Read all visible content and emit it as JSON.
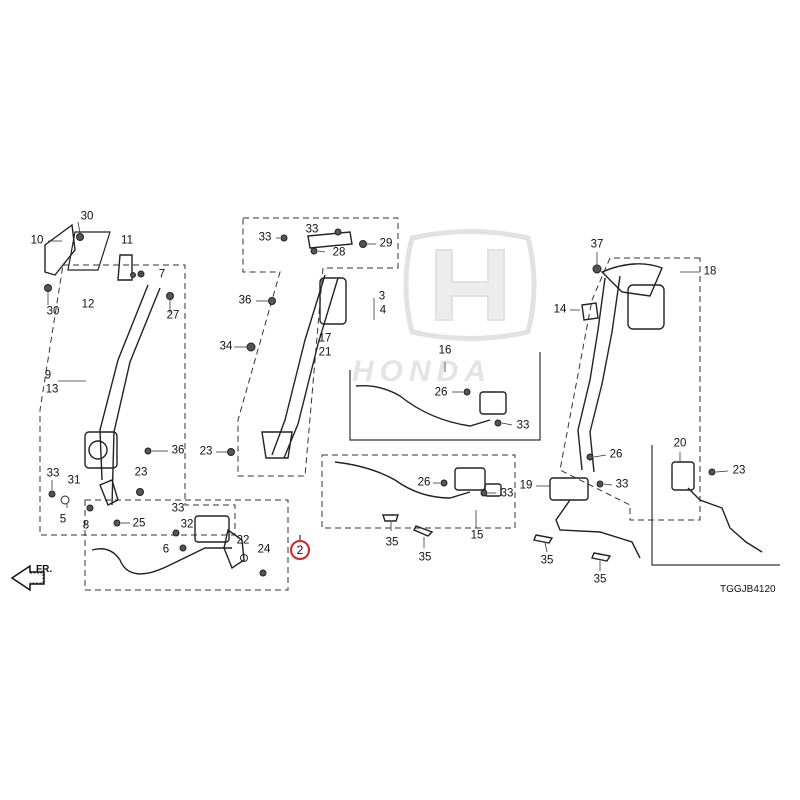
{
  "watermark": {
    "brand": "HONDA"
  },
  "direction": {
    "label": "FR."
  },
  "diagram_code": "TGGJB4120",
  "highlight_color": "#e02020",
  "callouts": [
    {
      "id": "c30a",
      "text": "30"
    },
    {
      "id": "c10",
      "text": "10"
    },
    {
      "id": "c11",
      "text": "11"
    },
    {
      "id": "c7",
      "text": "7"
    },
    {
      "id": "c12",
      "text": "12"
    },
    {
      "id": "c30b",
      "text": "30"
    },
    {
      "id": "c27",
      "text": "27"
    },
    {
      "id": "c9",
      "text": "9"
    },
    {
      "id": "c13",
      "text": "13"
    },
    {
      "id": "c36a",
      "text": "36"
    },
    {
      "id": "c33a",
      "text": "33"
    },
    {
      "id": "c23a",
      "text": "23"
    },
    {
      "id": "c31",
      "text": "31"
    },
    {
      "id": "c5",
      "text": "5"
    },
    {
      "id": "c8",
      "text": "8"
    },
    {
      "id": "c25",
      "text": "25"
    },
    {
      "id": "c33b",
      "text": "33"
    },
    {
      "id": "c32",
      "text": "32"
    },
    {
      "id": "c6",
      "text": "6"
    },
    {
      "id": "c22",
      "text": "22"
    },
    {
      "id": "c24",
      "text": "24"
    },
    {
      "id": "c33c",
      "text": "33"
    },
    {
      "id": "c33d",
      "text": "33"
    },
    {
      "id": "c28",
      "text": "28"
    },
    {
      "id": "c29",
      "text": "29"
    },
    {
      "id": "c36b",
      "text": "36"
    },
    {
      "id": "c3",
      "text": "3"
    },
    {
      "id": "c4",
      "text": "4"
    },
    {
      "id": "c34",
      "text": "34"
    },
    {
      "id": "c17",
      "text": "17"
    },
    {
      "id": "c21",
      "text": "21"
    },
    {
      "id": "c23b",
      "text": "23"
    },
    {
      "id": "c16",
      "text": "16"
    },
    {
      "id": "c26a",
      "text": "26"
    },
    {
      "id": "c33e",
      "text": "33"
    },
    {
      "id": "c26b",
      "text": "26"
    },
    {
      "id": "c33f",
      "text": "33"
    },
    {
      "id": "c15",
      "text": "15"
    },
    {
      "id": "c35a",
      "text": "35"
    },
    {
      "id": "c35b",
      "text": "35"
    },
    {
      "id": "c37",
      "text": "37"
    },
    {
      "id": "c18",
      "text": "18"
    },
    {
      "id": "c14",
      "text": "14"
    },
    {
      "id": "c26c",
      "text": "26"
    },
    {
      "id": "c19",
      "text": "19"
    },
    {
      "id": "c33g",
      "text": "33"
    },
    {
      "id": "c20",
      "text": "20"
    },
    {
      "id": "c23c",
      "text": "23"
    },
    {
      "id": "c35c",
      "text": "35"
    },
    {
      "id": "c35d",
      "text": "35"
    }
  ],
  "highlighted_part": {
    "text": "2"
  }
}
